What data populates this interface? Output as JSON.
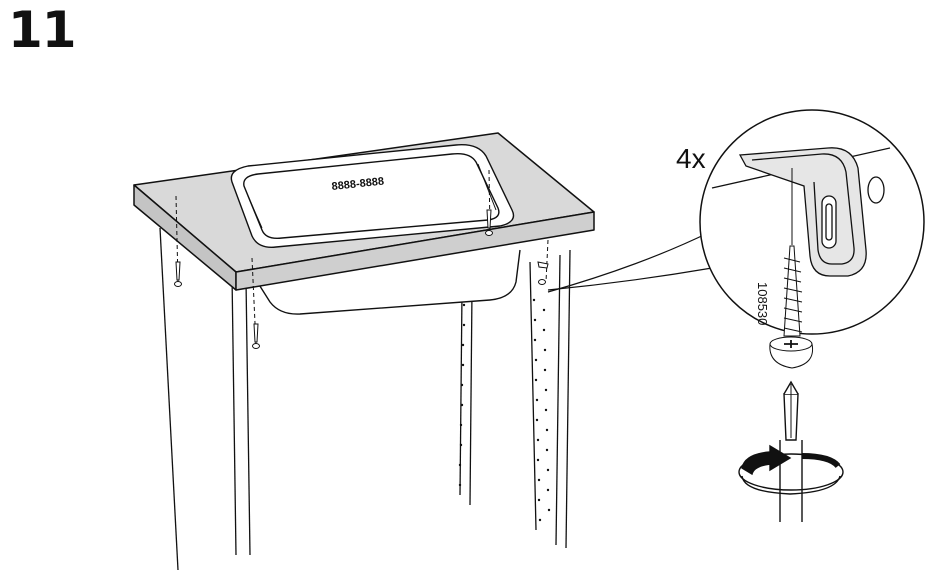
{
  "step": {
    "number": "11"
  },
  "callout": {
    "quantity": "4x",
    "part_number": "108530"
  },
  "drain_marking": "8888-8888",
  "icons": {
    "screw": "wood-screw-icon",
    "bracket": "mounting-bracket-icon",
    "screwdriver": "phillips-screwdriver-icon",
    "rotation": "clockwise-rotation-arrow-icon"
  }
}
